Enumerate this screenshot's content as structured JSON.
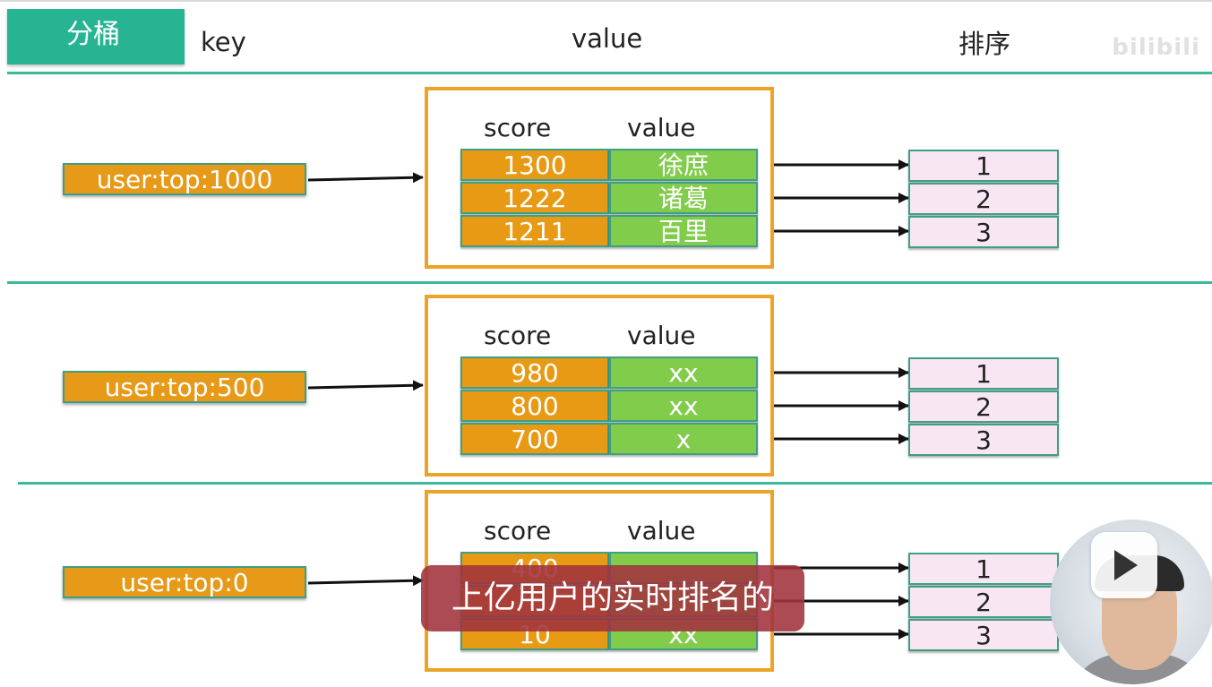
{
  "header": {
    "badge": "分桶",
    "key_label": "key",
    "value_label": "value",
    "rank_label": "排序",
    "watermark": "bilibili"
  },
  "groups": [
    {
      "key": "user:top:1000",
      "score_header": "score",
      "value_header": "value",
      "rows": [
        {
          "score": "1300",
          "value": "徐庶",
          "rank": "1"
        },
        {
          "score": "1222",
          "value": "诸葛",
          "rank": "2"
        },
        {
          "score": "1211",
          "value": "百里",
          "rank": "3"
        }
      ]
    },
    {
      "key": "user:top:500",
      "score_header": "score",
      "value_header": "value",
      "rows": [
        {
          "score": "980",
          "value": "xx",
          "rank": "1"
        },
        {
          "score": "800",
          "value": "xx",
          "rank": "2"
        },
        {
          "score": "700",
          "value": "x",
          "rank": "3"
        }
      ]
    },
    {
      "key": "user:top:0",
      "score_header": "score",
      "value_header": "value",
      "rows": [
        {
          "score": "400",
          "value": "",
          "rank": "1"
        },
        {
          "score": "",
          "value": "",
          "rank": "2"
        },
        {
          "score": "10",
          "value": "xx",
          "rank": "3"
        }
      ]
    }
  ],
  "subtitle": "上亿用户的实时排名的",
  "player": {
    "play_icon": "play-icon"
  },
  "colors": {
    "teal": "#27b493",
    "orange": "#e89a14",
    "green": "#82cc4c",
    "pink": "#f8e6f2"
  }
}
